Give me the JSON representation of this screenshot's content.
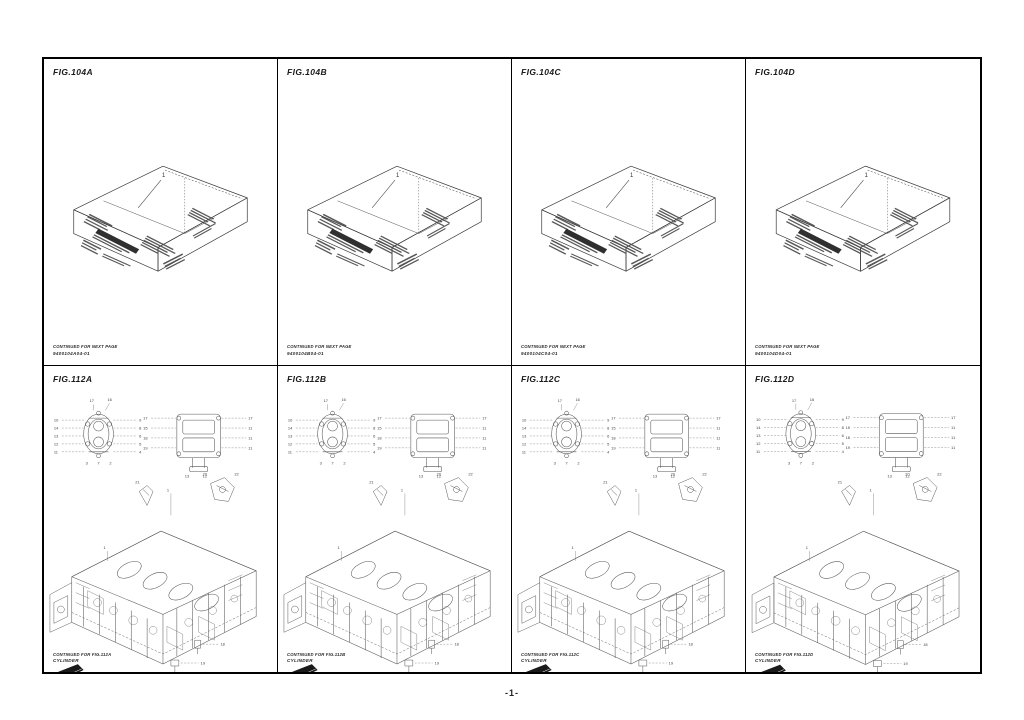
{
  "document": {
    "page_number": "-1-",
    "type": "parts-catalog-figure-sheet"
  },
  "cells": [
    {
      "id": "fig-104a",
      "label": "FIG.104A",
      "artwork": "packaging-carton-isometric",
      "caption_line1": "CONTINUED FOR NEXT PAGE",
      "caption_line2": "9400104A04-01",
      "callouts": [
        "1"
      ]
    },
    {
      "id": "fig-104b",
      "label": "FIG.104B",
      "artwork": "packaging-carton-isometric",
      "caption_line1": "CONTINUED FOR NEXT PAGE",
      "caption_line2": "9400104B04-01",
      "callouts": [
        "1"
      ]
    },
    {
      "id": "fig-104c",
      "label": "FIG.104C",
      "artwork": "packaging-carton-isometric",
      "caption_line1": "CONTINUED FOR NEXT PAGE",
      "caption_line2": "9400104C04-01",
      "callouts": [
        "1"
      ]
    },
    {
      "id": "fig-104d",
      "label": "FIG.104D",
      "artwork": "packaging-carton-isometric",
      "caption_line1": "CONTINUED FOR NEXT PAGE",
      "caption_line2": "9400104D04-01",
      "callouts": [
        "1"
      ]
    },
    {
      "id": "fig-112a",
      "label": "FIG.112A",
      "artwork": "crankcase-assembly-isometric",
      "caption_line1": "CONTINUED FOR FIG.112A",
      "caption_line2": "CYLINDER",
      "callouts_left": [
        "10",
        "14",
        "13",
        "12",
        "11"
      ],
      "callouts_right": [
        "9",
        "8",
        "6",
        "5",
        "4"
      ],
      "callouts_top": [
        "17",
        "16"
      ],
      "callouts_bottom": [
        "3",
        "7",
        "2"
      ],
      "callouts_detail_left": [
        "17",
        "15",
        "18",
        "19",
        "16"
      ],
      "callouts_detail_right": [
        "17",
        "11",
        "11",
        "11",
        "11"
      ],
      "callouts_detail_bottom": [
        "13",
        "12",
        "14",
        "13"
      ],
      "callouts_body": [
        "1",
        "21",
        "20",
        "22",
        "23"
      ],
      "callouts_fasteners": [
        "18",
        "19",
        "20"
      ]
    },
    {
      "id": "fig-112b",
      "label": "FIG.112B",
      "artwork": "crankcase-assembly-isometric",
      "caption_line1": "CONTINUED FOR FIG.112B",
      "caption_line2": "CYLINDER",
      "callouts_left": [
        "10",
        "14",
        "13",
        "12",
        "11"
      ],
      "callouts_right": [
        "9",
        "8",
        "6",
        "5",
        "4"
      ],
      "callouts_top": [
        "17",
        "16"
      ],
      "callouts_bottom": [
        "3",
        "7",
        "2"
      ],
      "callouts_detail_left": [
        "17",
        "15",
        "18",
        "19",
        "16"
      ],
      "callouts_detail_right": [
        "17",
        "11",
        "11",
        "11",
        "11"
      ],
      "callouts_detail_bottom": [
        "13",
        "12",
        "14",
        "13"
      ],
      "callouts_body": [
        "1",
        "21",
        "20",
        "22",
        "23"
      ],
      "callouts_fasteners": [
        "18",
        "19",
        "20"
      ]
    },
    {
      "id": "fig-112c",
      "label": "FIG.112C",
      "artwork": "crankcase-assembly-isometric",
      "caption_line1": "CONTINUED FOR FIG.112C",
      "caption_line2": "CYLINDER",
      "callouts_left": [
        "10",
        "14",
        "13",
        "12",
        "11"
      ],
      "callouts_right": [
        "9",
        "8",
        "6",
        "5",
        "4"
      ],
      "callouts_top": [
        "17",
        "16"
      ],
      "callouts_bottom": [
        "3",
        "7",
        "2"
      ],
      "callouts_detail_left": [
        "17",
        "15",
        "18",
        "19",
        "16"
      ],
      "callouts_detail_right": [
        "17",
        "11",
        "11",
        "11",
        "11"
      ],
      "callouts_detail_bottom": [
        "13",
        "12",
        "14",
        "13"
      ],
      "callouts_body": [
        "1",
        "21",
        "20",
        "22",
        "23"
      ],
      "callouts_fasteners": [
        "18",
        "19",
        "20"
      ]
    },
    {
      "id": "fig-112d",
      "label": "FIG.112D",
      "artwork": "crankcase-assembly-isometric",
      "caption_line1": "CONTINUED FOR FIG.112D",
      "caption_line2": "CYLINDER",
      "callouts_left": [
        "10",
        "14",
        "13",
        "12",
        "11"
      ],
      "callouts_right": [
        "9",
        "8",
        "6",
        "5",
        "4"
      ],
      "callouts_top": [
        "17",
        "16"
      ],
      "callouts_bottom": [
        "3",
        "7",
        "2"
      ],
      "callouts_detail_left": [
        "17",
        "15",
        "18",
        "19",
        "16"
      ],
      "callouts_detail_right": [
        "17",
        "11",
        "11",
        "11",
        "11"
      ],
      "callouts_detail_bottom": [
        "13",
        "12",
        "14",
        "13"
      ],
      "callouts_body": [
        "1",
        "21",
        "20",
        "22",
        "23"
      ],
      "callouts_fasteners": [
        "18",
        "19",
        "20"
      ]
    }
  ]
}
